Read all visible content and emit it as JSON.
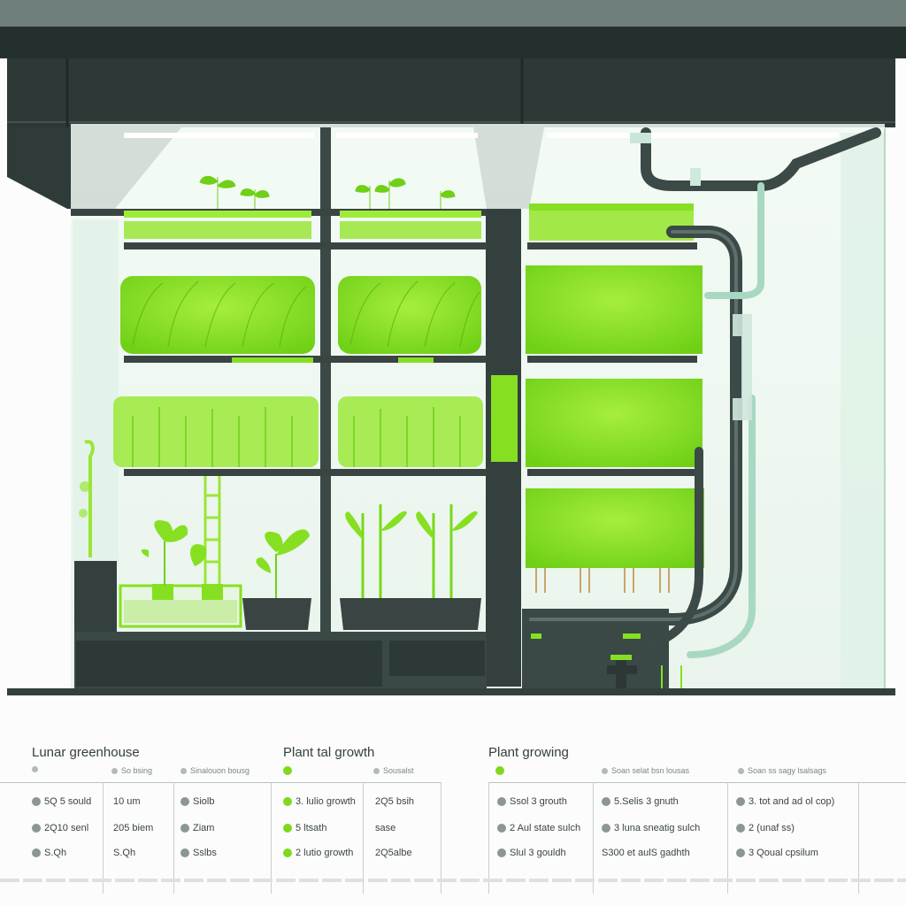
{
  "colors": {
    "frame": "#2f3c3a",
    "frame_light": "#445452",
    "glass": "#eaf5ee",
    "plant": "#86e021",
    "plant_dark": "#5fbf12",
    "pipe": "#3b4947",
    "pipe_light": "#a9d8c2",
    "tray": "#39403f"
  },
  "panels": [
    {
      "title": "Lunar greenhouse",
      "headers": [
        "",
        "So bsing",
        "Sinalouon bousg"
      ],
      "rows": [
        [
          "5Q 5 sould",
          "10 um",
          "Siolb"
        ],
        [
          "2Q10 senl",
          "205 biem",
          "Ziam"
        ],
        [
          "S.Qh",
          "S.Qh",
          "Sslbs"
        ]
      ]
    },
    {
      "title": "Plant tal growth",
      "headers": [
        "",
        "Sousalst"
      ],
      "rows": [
        [
          "3. lulio growth",
          "2Q5 bsih"
        ],
        [
          "5 ltsath",
          "sase"
        ],
        [
          "2 lutio growth",
          "2Q5albe"
        ]
      ]
    },
    {
      "title": "Plant growing",
      "headers": [
        "",
        "Soan selat bsn lousas",
        "Soan ss sagy lsalsags"
      ],
      "rows": [
        [
          "Ssol 3 grouth",
          "5.Selis 3 gnuth",
          "3. tot and ad ol cop)"
        ],
        [
          "2 Aul state sulch",
          "3 luna sneatig sulch",
          "2 (unaf ss)"
        ],
        [
          "Slul 3 gouldh",
          "S300 et aulS gadhth",
          "3 Qoual cpsilum"
        ]
      ]
    }
  ]
}
